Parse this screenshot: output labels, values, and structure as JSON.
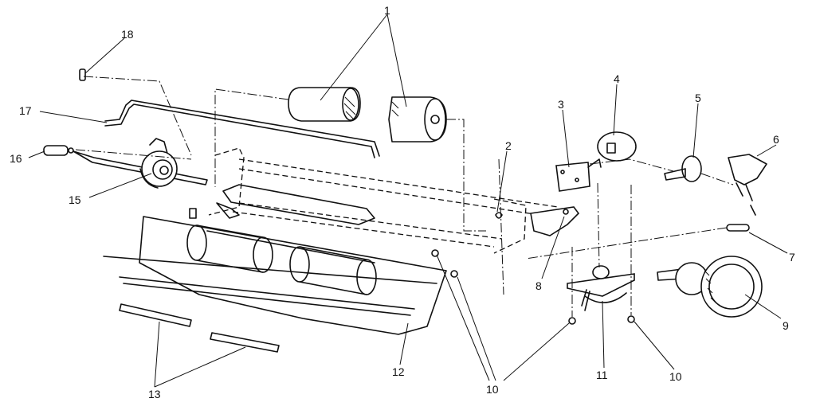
{
  "callouts": [
    {
      "id": "c1",
      "text": "1"
    },
    {
      "id": "c2",
      "text": "2"
    },
    {
      "id": "c3",
      "text": "3"
    },
    {
      "id": "c4",
      "text": "4"
    },
    {
      "id": "c5",
      "text": "5"
    },
    {
      "id": "c6",
      "text": "6"
    },
    {
      "id": "c7",
      "text": "7"
    },
    {
      "id": "c8",
      "text": "8"
    },
    {
      "id": "c9",
      "text": "9"
    },
    {
      "id": "c10a",
      "text": "10"
    },
    {
      "id": "c10b",
      "text": "10"
    },
    {
      "id": "c11",
      "text": "11"
    },
    {
      "id": "c12",
      "text": "12"
    },
    {
      "id": "c13",
      "text": "13"
    },
    {
      "id": "c15",
      "text": "15"
    },
    {
      "id": "c16",
      "text": "16"
    },
    {
      "id": "c17",
      "text": "17"
    },
    {
      "id": "c18",
      "text": "18"
    }
  ]
}
